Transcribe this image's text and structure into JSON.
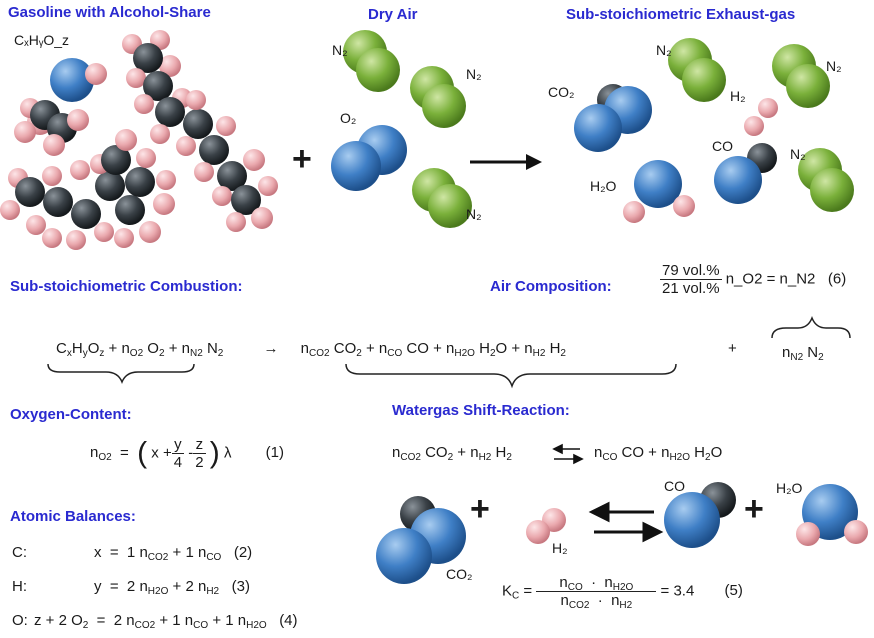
{
  "headings": {
    "gasoline": "Gasoline with Alcohol-Share",
    "dry_air": "Dry Air",
    "exhaust": "Sub-stoichiometric Exhaust-gas",
    "combustion": "Sub-stoichiometric Combustion:",
    "air_composition": "Air Composition:",
    "oxygen_content": "Oxygen-Content:",
    "watergas": "Watergas Shift-Reaction:",
    "atomic": "Atomic Balances:"
  },
  "molecule_labels": {
    "fuel": "CₓHᵧO_z",
    "n2": "N₂",
    "o2": "O₂",
    "co2": "CO₂",
    "h2": "H₂",
    "co": "CO",
    "h2o": "H₂O"
  },
  "symbols": {
    "plus": "+",
    "arrow": "→"
  },
  "equations": {
    "air_composition": {
      "num": "79 vol.%",
      "den": "21 vol.%",
      "rhs": "n_O2 = n_N2",
      "number": "(6)"
    },
    "oxygen_content": {
      "lhs": "n_O2",
      "frac1": [
        "y",
        "4"
      ],
      "frac2": [
        "z",
        "2"
      ],
      "lambda": "λ",
      "number": "(1)"
    },
    "kc": {
      "lhs": "K_C",
      "num": "n_CO · n_H2O",
      "den": "n_CO2 · n_H2",
      "value": "= 3.4",
      "number": "(5)"
    },
    "balances": [
      {
        "label": "C:",
        "lhs": "x",
        "number": "(2)"
      },
      {
        "label": "H:",
        "lhs": "y",
        "number": "(3)"
      },
      {
        "label": "O:",
        "lhs": "z + 2 O₂",
        "number": "(4)"
      }
    ]
  },
  "colors": {
    "heading": "#2a2ad0",
    "carbon": "#2e3338",
    "hydrogen": "#e8a8ad",
    "oxygen": "#3f7fc6",
    "nitrogen": "#7ab03a"
  }
}
